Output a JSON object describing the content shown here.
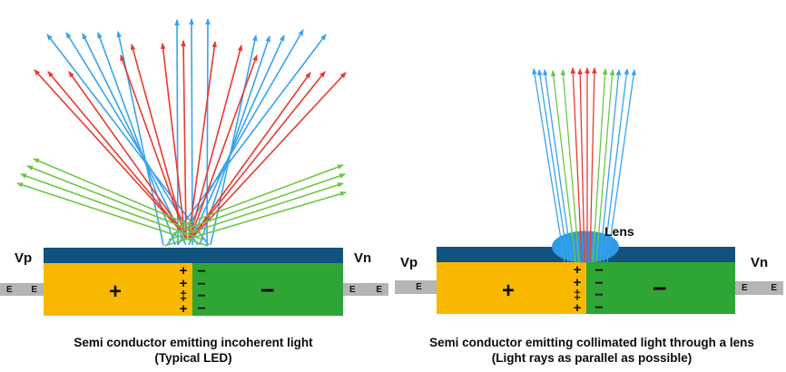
{
  "colors": {
    "top_layer": "#11527E",
    "p_region": "#F9B800",
    "n_region": "#2FA536",
    "electrode": "#B5B5B5",
    "ray_blue": "#38A3EC",
    "ray_red": "#E93A2E",
    "ray_green": "#6CC644",
    "lens_fill": "#2D9BE8",
    "text": "#0B0B0B"
  },
  "panels": [
    {
      "name": "typical-led",
      "vp_label": "Vp",
      "vn_label": "Vn",
      "p_symbol": "+",
      "n_symbol": "−",
      "junction_plus": [
        "+",
        "+",
        "‡",
        "+"
      ],
      "junction_minus": [
        "−",
        "−",
        "−",
        "−"
      ],
      "electrode_left": [
        "E",
        "E"
      ],
      "electrode_right": [
        "E",
        "E"
      ],
      "caption": [
        "Semi conductor emitting incoherent light",
        "(Typical LED)"
      ],
      "rays": {
        "blue": [
          [
            196,
            270,
            195,
            22
          ],
          [
            212,
            270,
            211,
            21
          ],
          [
            228,
            270,
            229,
            21
          ],
          [
            230,
            270,
            52,
            38
          ],
          [
            218,
            270,
            73,
            36
          ],
          [
            205,
            270,
            91,
            37
          ],
          [
            193,
            270,
            108,
            36
          ],
          [
            180,
            270,
            130,
            35
          ],
          [
            184,
            270,
            359,
            38
          ],
          [
            196,
            270,
            334,
            33
          ],
          [
            208,
            270,
            313,
            39
          ],
          [
            220,
            270,
            297,
            40
          ],
          [
            232,
            270,
            282,
            39
          ]
        ],
        "red": [
          [
            206,
            262,
            38,
            77
          ],
          [
            206,
            262,
            53,
            79
          ],
          [
            206,
            262,
            76,
            79
          ],
          [
            205,
            262,
            133,
            61
          ],
          [
            204,
            262,
            145,
            49
          ],
          [
            204,
            263,
            179,
            48
          ],
          [
            205,
            263,
            202,
            45
          ],
          [
            208,
            262,
            237,
            46
          ],
          [
            209,
            262,
            266,
            50
          ],
          [
            210,
            262,
            283,
            61
          ],
          [
            211,
            262,
            342,
            80
          ],
          [
            211,
            262,
            358,
            79
          ],
          [
            212,
            262,
            381,
            80
          ]
        ],
        "green": [
          [
            214,
            250,
            37,
            175
          ],
          [
            219,
            257,
            30,
            183
          ],
          [
            224,
            264,
            23,
            192
          ],
          [
            229,
            271,
            19,
            202
          ],
          [
            196,
            250,
            378,
            182
          ],
          [
            191,
            257,
            380,
            192
          ],
          [
            186,
            264,
            378,
            202
          ],
          [
            181,
            271,
            381,
            212
          ]
        ]
      }
    },
    {
      "name": "collimated-led-with-lens",
      "vp_label": "Vp",
      "vn_label": "Vn",
      "p_symbol": "+",
      "n_symbol": "−",
      "junction_plus": [
        "+",
        "+",
        "‡",
        "+"
      ],
      "junction_minus": [
        "−",
        "−",
        "−",
        "−"
      ],
      "electrode_left": [
        "E"
      ],
      "electrode_right": [
        "E",
        "E"
      ],
      "lens_label": "Lens",
      "caption": [
        "Semi conductor emitting collimated light through a lens",
        "(Light rays as parallel as possible)"
      ],
      "rays": {
        "blue": [
          [
            622,
            289,
            588,
            76
          ],
          [
            626,
            289,
            594,
            77
          ],
          [
            630,
            289,
            600,
            77
          ],
          [
            661,
            289,
            682,
            77
          ],
          [
            665,
            289,
            691,
            76
          ],
          [
            669,
            289,
            699,
            77
          ]
        ],
        "green": [
          [
            634,
            289,
            609,
            78
          ],
          [
            638,
            289,
            620,
            77
          ],
          [
            653,
            289,
            667,
            76
          ],
          [
            657,
            289,
            675,
            77
          ]
        ],
        "red": [
          [
            641,
            289,
            631,
            75
          ],
          [
            644,
            289,
            639,
            76
          ],
          [
            647,
            289,
            647,
            75
          ],
          [
            650,
            289,
            655,
            75
          ]
        ]
      }
    }
  ]
}
